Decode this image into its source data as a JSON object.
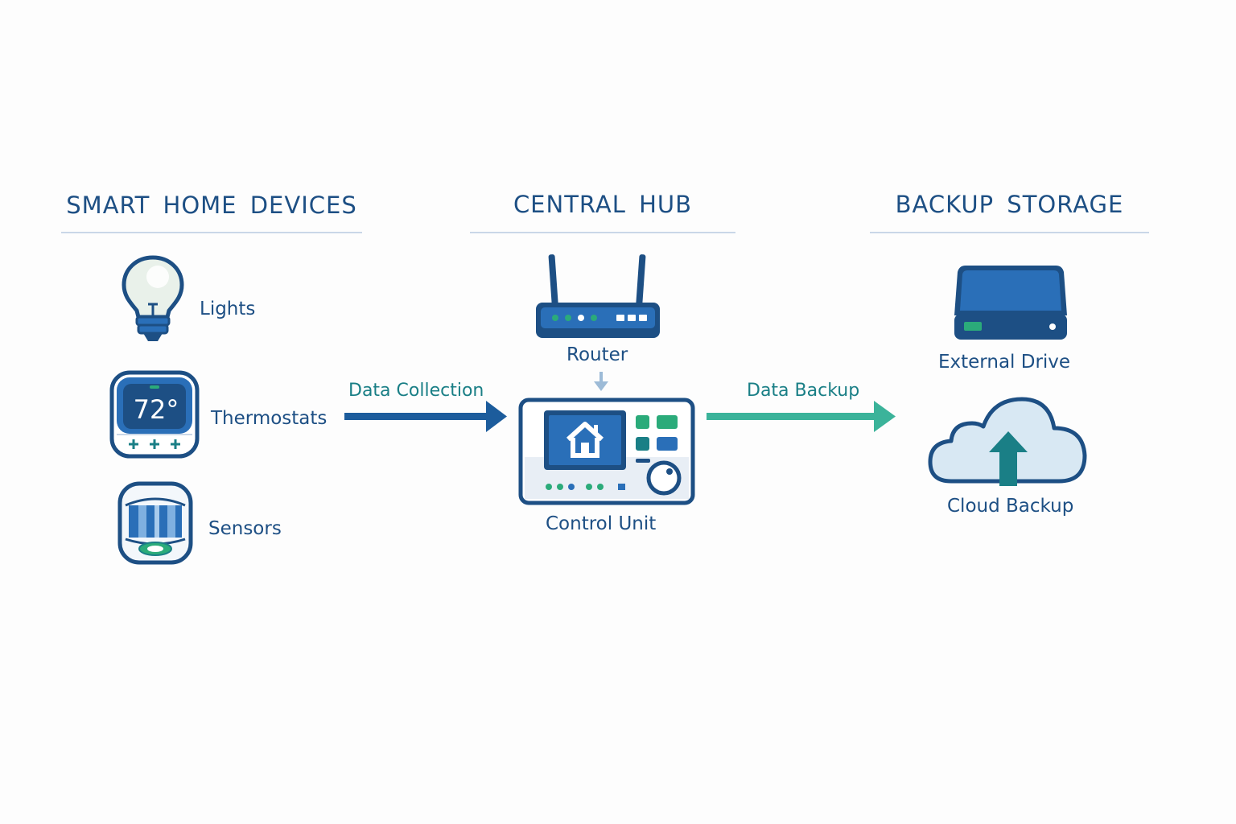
{
  "sections": {
    "devices": {
      "title": "SMART HOME DEVICES"
    },
    "hub": {
      "title": "CENTRAL HUB"
    },
    "backup": {
      "title": "BACKUP STORAGE"
    }
  },
  "devices": {
    "lights": {
      "label": "Lights"
    },
    "thermostats": {
      "label": "Thermostats",
      "display_value": "72°"
    },
    "sensors": {
      "label": "Sensors"
    }
  },
  "hub": {
    "router": {
      "label": "Router"
    },
    "control_unit": {
      "label": "Control Unit"
    }
  },
  "storage": {
    "external_drive": {
      "label": "External Drive"
    },
    "cloud_backup": {
      "label": "Cloud Backup"
    }
  },
  "flows": {
    "collection": {
      "label": "Data Collection"
    },
    "backup": {
      "label": "Data Backup"
    }
  },
  "colors": {
    "navy": "#1d4f84",
    "blue": "#2a6fb8",
    "teal": "#1a7f86",
    "green": "#2bab7a",
    "divider": "#c9d7e8",
    "arrow_collection": "#1c5c9c",
    "arrow_backup": "#3bb39a"
  }
}
